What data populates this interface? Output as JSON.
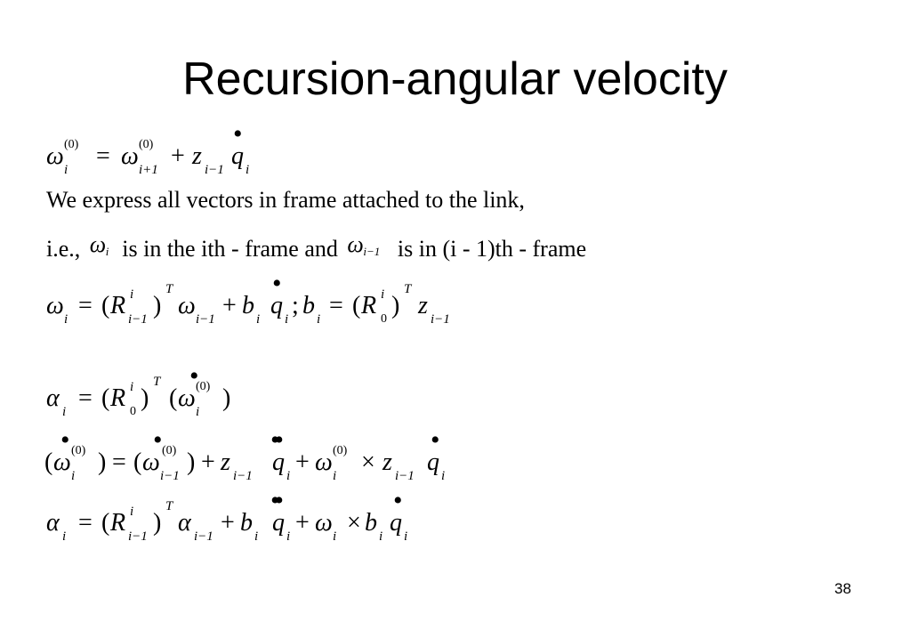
{
  "slide": {
    "title": "Recursion-angular velocity",
    "line1": "We express all vectors in frame attached to the link,",
    "line2a": "i.e.,",
    "line2b": "is in the ith - frame and",
    "line2c": "is in (i - 1)th - frame",
    "page_number": "38"
  },
  "math": {
    "omega": "ω",
    "alpha": "α",
    "z": "z",
    "q": "q",
    "R": "R",
    "b": "b",
    "i": "i",
    "T": "T",
    "i_plus_1": "i+1",
    "i_minus_1": "i−1",
    "sup_0": "(0)",
    "sub_0": "0",
    "equals": "=",
    "plus": "+",
    "times": "×",
    "lparen": "(",
    "rparen": ")",
    "semicolon": ";",
    "dot": "•",
    "ddot": "••"
  }
}
